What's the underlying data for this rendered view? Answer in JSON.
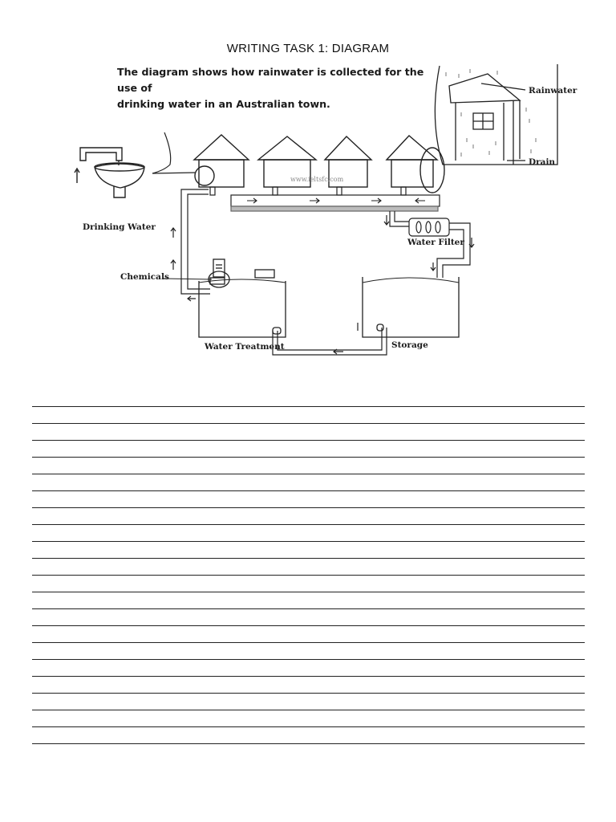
{
  "page": {
    "title": "WRITING TASK 1:  DIAGRAM",
    "intro_line1": "The diagram shows how rainwater is collected for the use of",
    "intro_line2": "drinking water in an Australian town."
  },
  "diagram": {
    "labels": {
      "rainwater": "Rainwater",
      "drain": "Drain",
      "drinking_water": "Drinking Water",
      "water_filter": "Water Filter",
      "chemicals": "Chemicals",
      "water_treatment": "Water Treatment",
      "storage": "Storage"
    },
    "watermark": "www.ieltsfc.com"
  },
  "answer_lines": {
    "count": 21
  }
}
